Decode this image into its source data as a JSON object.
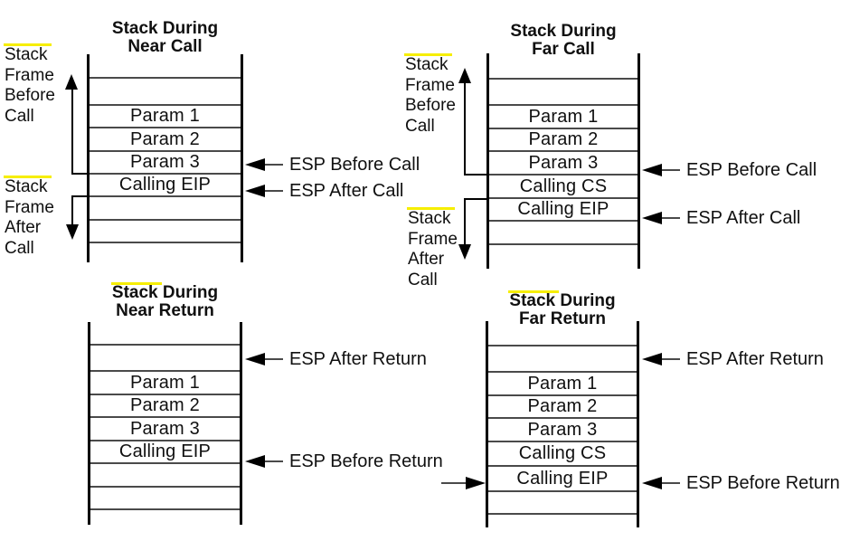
{
  "colors": {
    "highlight": "#f6ee00",
    "separator": "#4a4a4a",
    "rail": "#000000"
  },
  "diagrams": {
    "near_call": {
      "title_word": "Stack",
      "title_rest": " During",
      "title_line2": "Near Call",
      "frame_before": [
        "Stack",
        "Frame",
        "Before",
        "Call"
      ],
      "frame_after": [
        "Stack",
        "Frame",
        "After",
        "Call"
      ],
      "cells": [
        "",
        "",
        "Param 1",
        "Param 2",
        "Param 3",
        "Calling EIP",
        "",
        "",
        ""
      ],
      "esp_before": "ESP Before Call",
      "esp_after": "ESP After Call"
    },
    "far_call": {
      "title_word": "Stack",
      "title_rest": " During",
      "title_line2": "Far Call",
      "frame_before": [
        "Stack",
        "Frame",
        "Before",
        "Call"
      ],
      "frame_after": [
        "Stack",
        "Frame",
        "After",
        "Call"
      ],
      "cells": [
        "",
        "",
        "Param 1",
        "Param 2",
        "Param 3",
        "Calling CS",
        "Calling EIP",
        "",
        ""
      ],
      "esp_before": "ESP Before Call",
      "esp_after": "ESP After Call"
    },
    "near_return": {
      "title_word": "Stack",
      "title_rest": " During",
      "title_line2": "Near Return",
      "cells": [
        "",
        "",
        "Param 1",
        "Param 2",
        "Param 3",
        "Calling EIP",
        "",
        "",
        ""
      ],
      "esp_after": "ESP After Return",
      "esp_before": "ESP Before Return"
    },
    "far_return": {
      "title_word": "Stack",
      "title_rest": " During",
      "title_line2": "Far Return",
      "cells": [
        "",
        "",
        "Param 1",
        "Param 2",
        "Param 3",
        "Calling CS",
        "Calling EIP",
        "",
        ""
      ],
      "esp_after": "ESP After Return",
      "esp_before": "ESP Before Return"
    }
  }
}
